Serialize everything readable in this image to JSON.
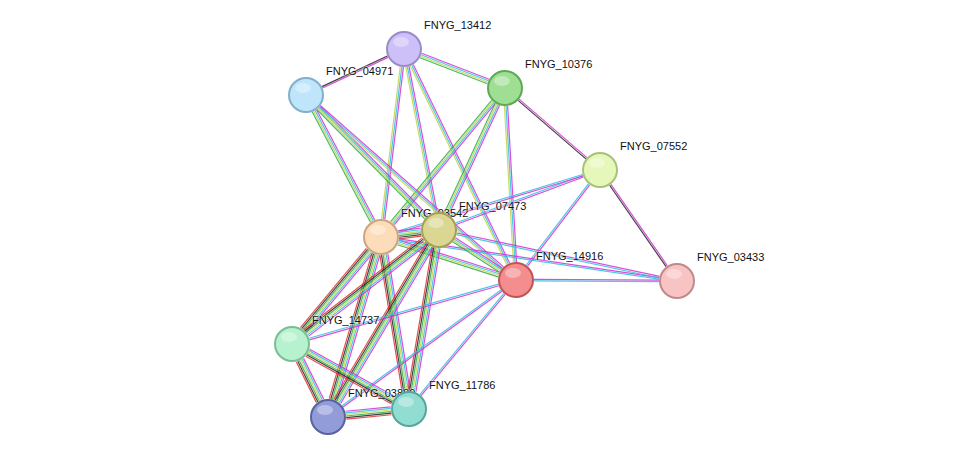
{
  "diagram": {
    "nodes": [
      {
        "text": [
          "FNYG_13412"
        ]
      },
      {
        "text": [
          "FNYG_10376"
        ]
      },
      {
        "text": [
          "FNYG_04971"
        ]
      },
      {
        "text": [
          "FNYG_07552"
        ]
      },
      {
        "text": [
          "FNYG_03542"
        ]
      },
      {
        "text": [
          "FNYG_07473"
        ]
      },
      {
        "text": [
          "FNYG_14916"
        ]
      },
      {
        "text": [
          "FNYG_03433"
        ]
      },
      {
        "text": [
          "FNYG_14737"
        ]
      },
      {
        "text": [
          "FNYG_03889"
        ]
      },
      {
        "text": [
          "FNYG_11786"
        ]
      }
    ],
    "edges": [
      {
        "from": 0,
        "to": 2,
        "arrow": "none"
      },
      {
        "from": 0,
        "to": 1,
        "arrow": "none"
      },
      {
        "from": 0,
        "to": 4,
        "arrow": "none"
      },
      {
        "from": 0,
        "to": 5,
        "arrow": "none"
      },
      {
        "from": 0,
        "to": 6,
        "arrow": "none"
      },
      {
        "from": 1,
        "to": 4,
        "arrow": "none"
      },
      {
        "from": 1,
        "to": 5,
        "arrow": "none"
      },
      {
        "from": 1,
        "to": 6,
        "arrow": "none"
      },
      {
        "from": 1,
        "to": 3,
        "arrow": "none"
      },
      {
        "from": 3,
        "to": 7,
        "arrow": "none"
      },
      {
        "from": 2,
        "to": 4,
        "arrow": "none"
      },
      {
        "from": 2,
        "to": 5,
        "arrow": "none"
      },
      {
        "from": 2,
        "to": 6,
        "arrow": "none"
      },
      {
        "from": 3,
        "to": 5,
        "arrow": "none"
      },
      {
        "from": 3,
        "to": 6,
        "arrow": "none"
      },
      {
        "from": 3,
        "to": 4,
        "arrow": "none"
      },
      {
        "from": 4,
        "to": 5,
        "arrow": "none"
      },
      {
        "from": 4,
        "to": 6,
        "arrow": "none"
      },
      {
        "from": 4,
        "to": 7,
        "arrow": "none"
      },
      {
        "from": 4,
        "to": 8,
        "arrow": "none"
      },
      {
        "from": 4,
        "to": 9,
        "arrow": "none"
      },
      {
        "from": 4,
        "to": 10,
        "arrow": "none"
      },
      {
        "from": 5,
        "to": 6,
        "arrow": "none"
      },
      {
        "from": 5,
        "to": 7,
        "arrow": "none"
      },
      {
        "from": 5,
        "to": 8,
        "arrow": "none"
      },
      {
        "from": 5,
        "to": 9,
        "arrow": "none"
      },
      {
        "from": 5,
        "to": 10,
        "arrow": "none"
      },
      {
        "from": 6,
        "to": 7,
        "arrow": "none"
      },
      {
        "from": 6,
        "to": 8,
        "arrow": "none"
      },
      {
        "from": 6,
        "to": 10,
        "arrow": "none"
      },
      {
        "from": 6,
        "to": 9,
        "arrow": "none"
      },
      {
        "from": 8,
        "to": 9,
        "arrow": "none"
      },
      {
        "from": 8,
        "to": 10,
        "arrow": "none"
      },
      {
        "from": 9,
        "to": 10,
        "arrow": "none"
      }
    ]
  }
}
